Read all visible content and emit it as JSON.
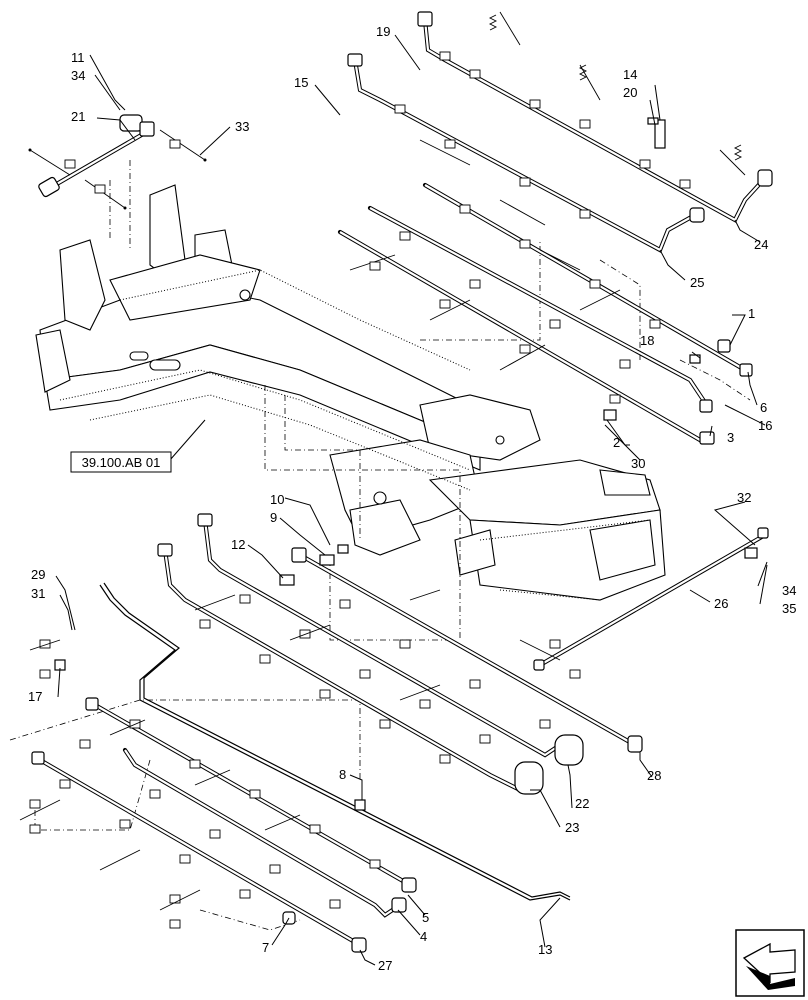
{
  "reference_label": "39.100.AB 01",
  "callouts": [
    "1",
    "2",
    "3",
    "4",
    "5",
    "6",
    "7",
    "8",
    "9",
    "10",
    "11",
    "12",
    "13",
    "14",
    "15",
    "16",
    "17",
    "18",
    "19",
    "20",
    "21",
    "22",
    "23",
    "24",
    "25",
    "26",
    "27",
    "28",
    "29",
    "30",
    "31",
    "32",
    "33",
    "34",
    "35"
  ],
  "corner_icon": "exploded-view-arrow-icon"
}
